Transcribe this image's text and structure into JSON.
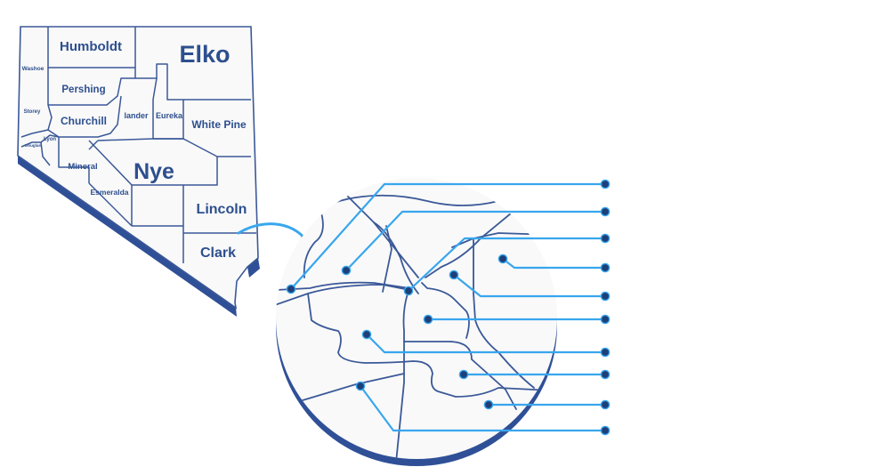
{
  "colors": {
    "county_border": "#3b5998",
    "label_text": "#2d4f8e",
    "map_fill": "#f9f9f9",
    "map_shadow": "#2f5097",
    "callout_line": "#38a6ee",
    "callout_dot": "#1e3f78",
    "background": "#ffffff"
  },
  "nevada_map": {
    "counties": [
      {
        "id": "humboldt",
        "label": "Humboldt",
        "size": "medium"
      },
      {
        "id": "elko",
        "label": "Elko",
        "size": "large"
      },
      {
        "id": "washoe",
        "label": "Washoe",
        "size": "tiny"
      },
      {
        "id": "pershing",
        "label": "Pershing",
        "size": "small"
      },
      {
        "id": "storey",
        "label": "Storey",
        "size": "tiny"
      },
      {
        "id": "churchill",
        "label": "Churchill",
        "size": "small"
      },
      {
        "id": "lander",
        "label": "lander",
        "size": "xsmall"
      },
      {
        "id": "eureka",
        "label": "Eureka",
        "size": "xsmall"
      },
      {
        "id": "white-pine",
        "label": "White Pine",
        "size": "small"
      },
      {
        "id": "lyon",
        "label": "Lyon",
        "size": "tiny"
      },
      {
        "id": "douglas",
        "label": "Douglas",
        "size": "micro"
      },
      {
        "id": "mineral",
        "label": "Mineral",
        "size": "xsmall"
      },
      {
        "id": "nye",
        "label": "Nye",
        "size": "large"
      },
      {
        "id": "esmeralda",
        "label": "Esmeralda",
        "size": "xsmall"
      },
      {
        "id": "lincoln",
        "label": "Lincoln",
        "size": "medium"
      },
      {
        "id": "clark",
        "label": "Clark",
        "size": "medium"
      }
    ],
    "highlighted_county": "Clark"
  },
  "zoom_inset": {
    "subject": "Clark",
    "callout_count": 10
  }
}
